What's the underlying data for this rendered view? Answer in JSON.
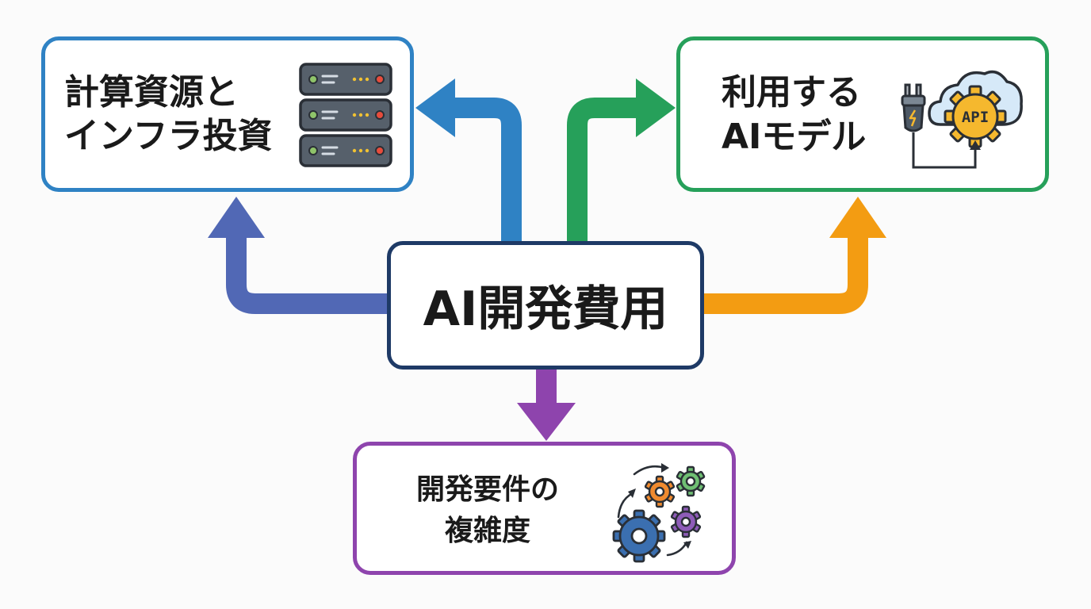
{
  "diagram": {
    "center": {
      "title": "AI開発費用"
    },
    "branches": [
      {
        "id": "infra",
        "lines": [
          "計算資源と",
          "インフラ投資"
        ],
        "icon": "server-rack-icon",
        "color": "#2f82c4"
      },
      {
        "id": "model",
        "lines": [
          "利用する",
          "AIモデル"
        ],
        "icon": "api-plug-cloud-icon",
        "icon_text": "API",
        "color": "#26a05a"
      },
      {
        "id": "requirements",
        "lines": [
          "開発要件の",
          "複雑度"
        ],
        "icon": "gears-icon",
        "color": "#8e44ad"
      }
    ],
    "arrow_colors": {
      "to_infra_left": "#5168b5",
      "to_infra_top": "#2f82c4",
      "to_model_top": "#26a05a",
      "to_model_right": "#f39c12",
      "to_requirements": "#8e44ad"
    }
  }
}
